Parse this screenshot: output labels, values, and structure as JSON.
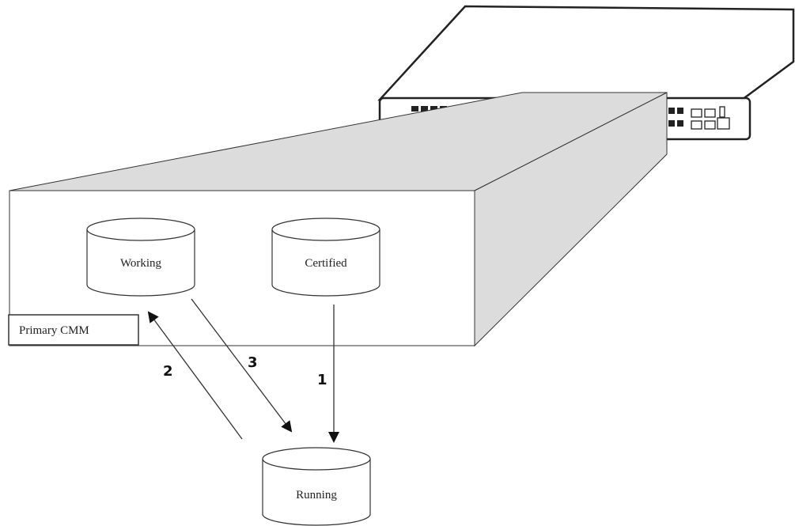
{
  "diagram": {
    "module_label": "Primary CMM",
    "directories": {
      "working": "Working",
      "certified": "Certified",
      "running": "Running"
    },
    "steps": {
      "step_1": "1",
      "step_2": "2",
      "step_3": "3"
    }
  },
  "colors": {
    "stroke": "#333333",
    "shading": "#dcdcdc",
    "chassis_outline": "#222222"
  }
}
